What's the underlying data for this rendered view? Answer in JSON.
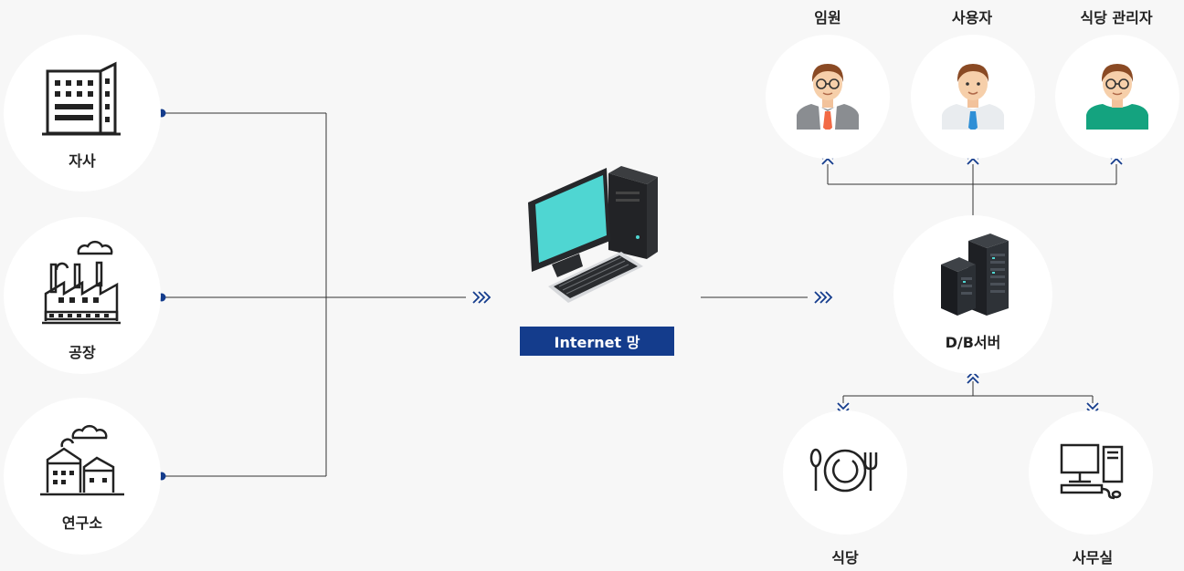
{
  "sources": {
    "branch": "자사",
    "factory": "공장",
    "lab": "연구소"
  },
  "center": {
    "badge": "Internet 망"
  },
  "server": {
    "label": "D/B서버"
  },
  "users": {
    "executive": "임원",
    "user": "사용자",
    "cafeteria_manager": "식당 관리자"
  },
  "outputs": {
    "cafeteria": "식당",
    "office": "사무실"
  },
  "colors": {
    "accent": "#143c8c",
    "line": "#333333",
    "monitor": "#4fd6d2"
  }
}
